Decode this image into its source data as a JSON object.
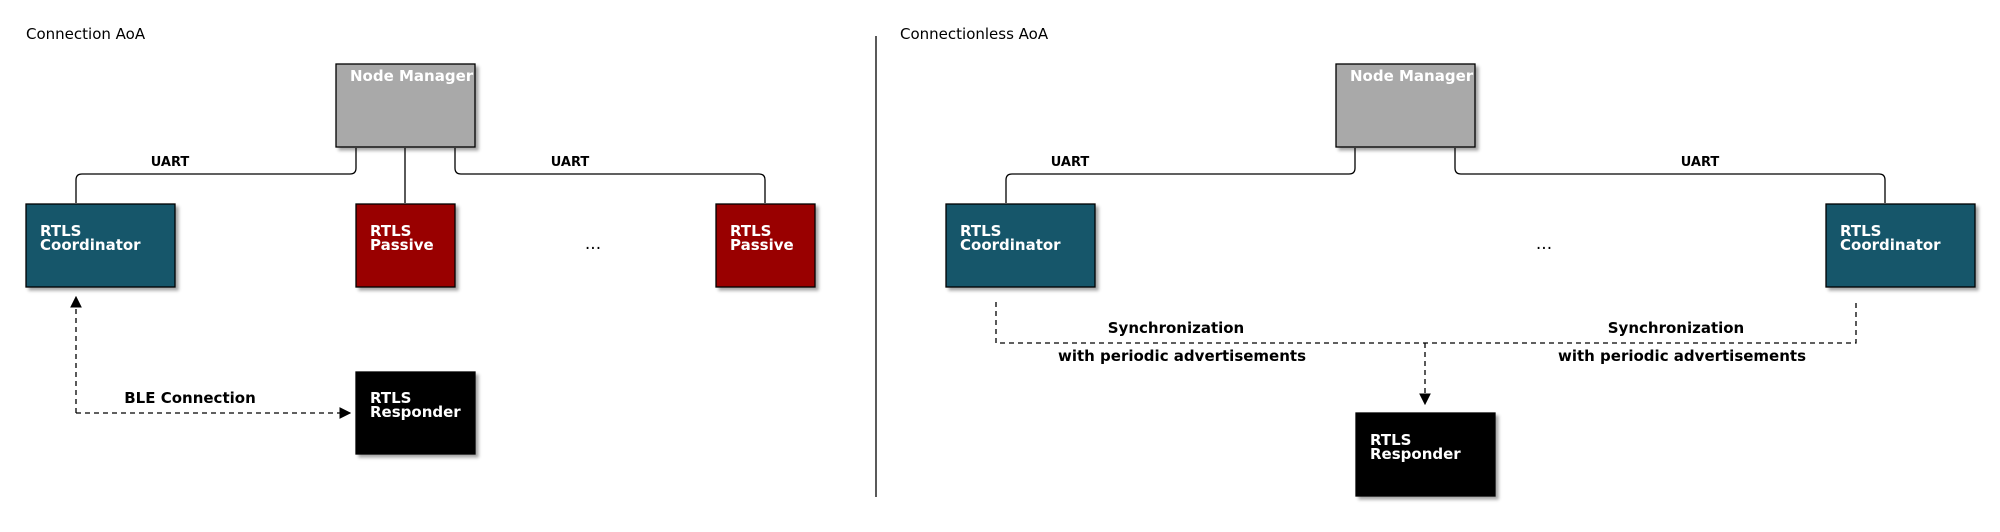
{
  "left": {
    "title": "Connection AoA",
    "node_manager": "Node Manager",
    "uart_left": "UART",
    "uart_right": "UART",
    "coordinator": [
      "RTLS",
      "Coordinator"
    ],
    "passive_1": [
      "RTLS",
      "Passive"
    ],
    "passive_2": [
      "RTLS",
      "Passive"
    ],
    "ellipsis": "...",
    "ble_connection": "BLE Connection",
    "responder": [
      "RTLS",
      "Responder"
    ]
  },
  "right": {
    "title": "Connectionless AoA",
    "node_manager": "Node Manager",
    "uart_left": "UART",
    "uart_right": "UART",
    "coordinator_1": [
      "RTLS",
      "Coordinator"
    ],
    "coordinator_2": [
      "RTLS",
      "Coordinator"
    ],
    "ellipsis": "...",
    "sync_left": [
      "Synchronization",
      "with periodic advertisements"
    ],
    "sync_right": [
      "Synchronization",
      "with periodic advertisements"
    ],
    "responder": [
      "RTLS",
      "Responder"
    ]
  },
  "colors": {
    "node_manager": "#a9a9a9",
    "coordinator": "#12566b",
    "passive": "#990000",
    "responder": "#000000"
  }
}
